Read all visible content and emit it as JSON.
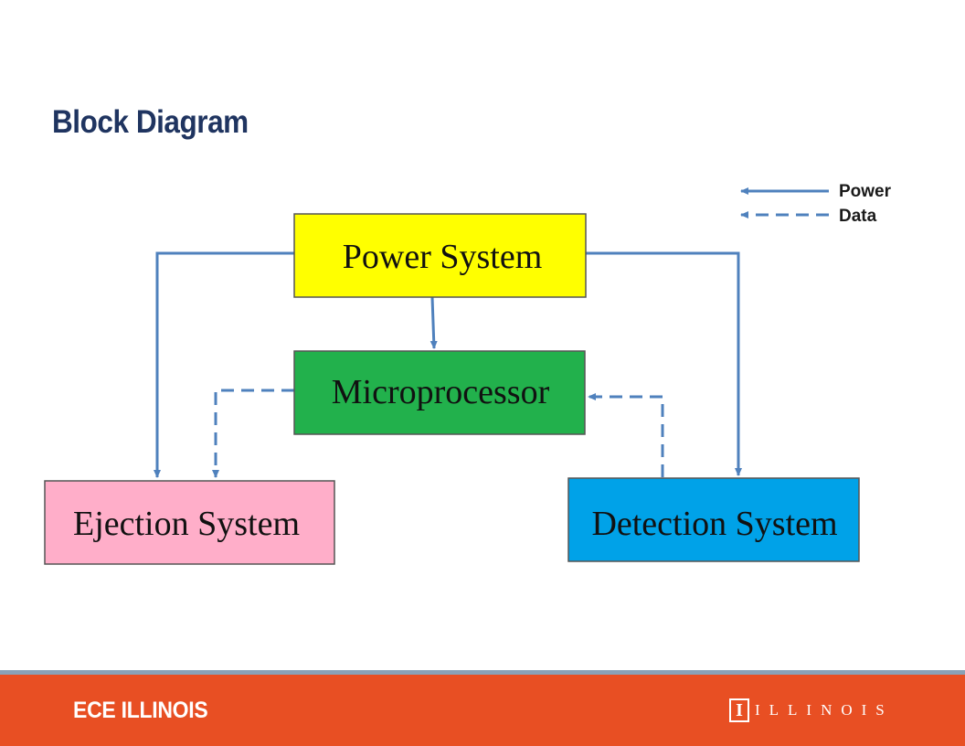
{
  "slide": {
    "title": "Block Diagram"
  },
  "legend": {
    "power_label": "Power",
    "data_label": "Data"
  },
  "blocks": {
    "power": {
      "label": "Power System",
      "color": "#ffff00"
    },
    "micro": {
      "label": "Microprocessor",
      "color": "#22b14c"
    },
    "ejection": {
      "label": "Ejection System",
      "color": "#ffaec9"
    },
    "detection": {
      "label": "Detection System",
      "color": "#00a2e8"
    }
  },
  "colors": {
    "arrow": "#4f81bd",
    "title": "#1f3460",
    "footer": "#e84f23"
  },
  "footer": {
    "left_text": "ECE ILLINOIS",
    "logo_mark": "I",
    "logo_word": "ILLINOIS"
  }
}
